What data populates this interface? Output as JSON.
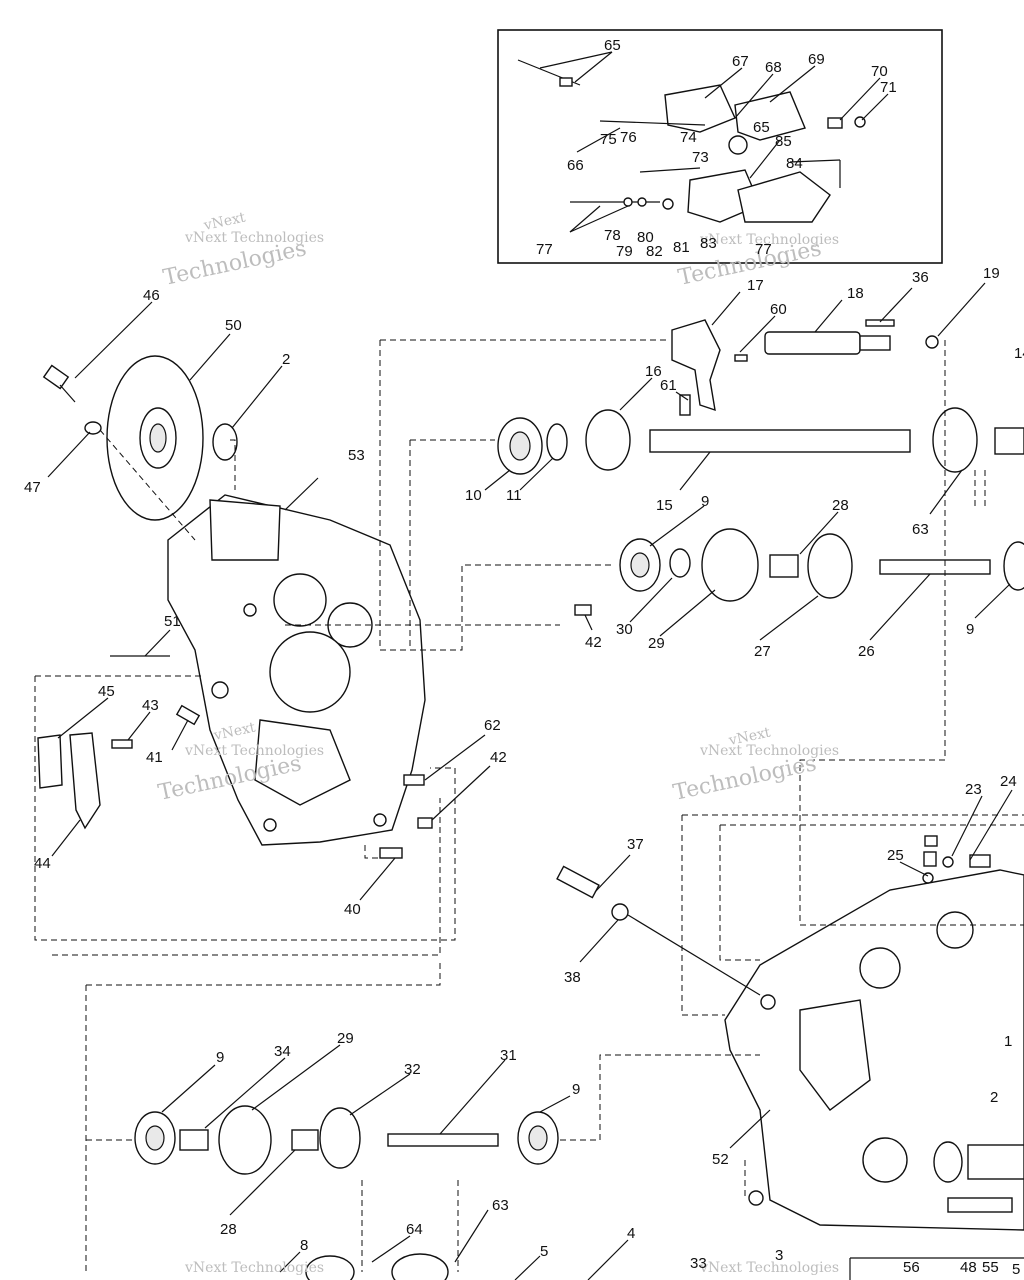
{
  "watermark": {
    "line1": "vNext",
    "line2": "vNext Technologies",
    "line3": "Technologies"
  },
  "labels": [
    "65",
    "67",
    "68",
    "69",
    "70",
    "71",
    "65",
    "75",
    "76",
    "74",
    "85",
    "73",
    "84",
    "66",
    "78",
    "80",
    "77",
    "79",
    "82",
    "81",
    "83",
    "77",
    "46",
    "50",
    "2",
    "17",
    "60",
    "18",
    "36",
    "19",
    "14",
    "16",
    "61",
    "47",
    "53",
    "10",
    "11",
    "15",
    "9",
    "28",
    "63",
    "30",
    "29",
    "27",
    "26",
    "9",
    "51",
    "42",
    "45",
    "43",
    "41",
    "62",
    "42",
    "44",
    "40",
    "23",
    "24",
    "25",
    "37",
    "38",
    "9",
    "34",
    "29",
    "32",
    "31",
    "9",
    "1",
    "2",
    "52",
    "28",
    "64",
    "63",
    "8",
    "5",
    "4",
    "33",
    "3",
    "56",
    "48",
    "55",
    "5"
  ],
  "colors": {
    "ink": "#111111",
    "watermark": "#c9c9c9"
  }
}
